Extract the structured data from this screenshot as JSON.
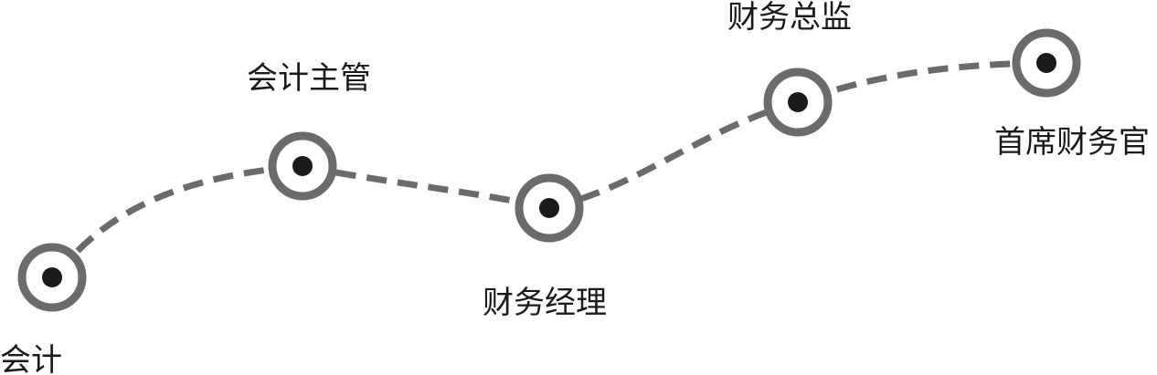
{
  "colors": {
    "path": "#6b6b6b",
    "ring": "#6b6b6b",
    "dot": "#1a1a1a",
    "label": "#1a1a1a"
  },
  "stages": [
    {
      "label": "会计"
    },
    {
      "label": "会计主管"
    },
    {
      "label": "财务经理"
    },
    {
      "label": "财务总监"
    },
    {
      "label": "首席财务官"
    }
  ]
}
